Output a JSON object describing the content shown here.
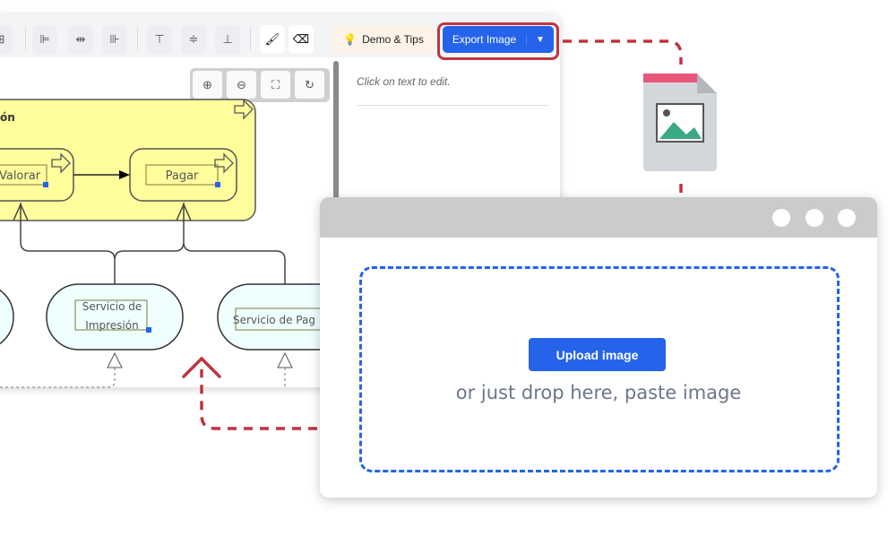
{
  "toolbar": {
    "demo_label": "Demo & Tips",
    "export_label": "Export Image"
  },
  "panel": {
    "hint": "Click on text to edit."
  },
  "diagram": {
    "group_title": "ón",
    "nodes": [
      "Valorar",
      "Pagar"
    ],
    "services": [
      "Servicio de",
      "Impresión",
      "Servicio de Pag"
    ]
  },
  "upload": {
    "button_label": "Upload image",
    "drop_text": "or just drop here, paste image"
  },
  "colors": {
    "accent": "#2563eb",
    "highlight": "#c0343f",
    "group_fill": "#fffd9c",
    "service_fill": "#effeff"
  }
}
